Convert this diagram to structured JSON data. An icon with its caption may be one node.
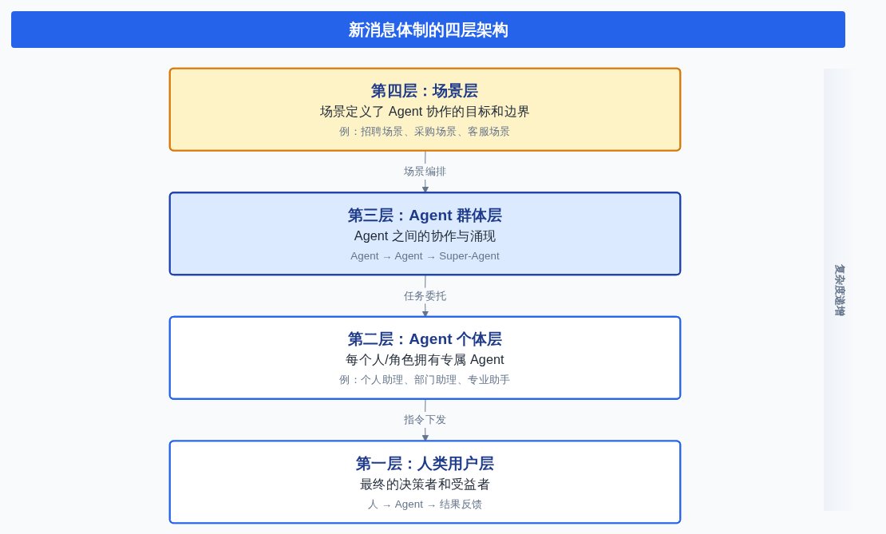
{
  "diagram": {
    "title": "新消息体制的四层架构",
    "nodes": [
      {
        "text": [
          "第四层：场景层",
          "场景定义了 Agent 协作的目标和边界",
          "例：招聘场景、采购场景、客服场景"
        ]
      },
      {
        "text": [
          "第三层：Agent 群体层",
          "Agent 之间的协作与涌现",
          "Agent → Agent → Super-Agent"
        ]
      },
      {
        "text": [
          "第二层：Agent 个体层",
          "每个人/角色拥有专属 Agent",
          "例：个人助理、部门助理、专业助手"
        ]
      },
      {
        "text": [
          "第一层：人类用户层",
          "最终的决策者和受益者",
          "人 → Agent → 结果反馈"
        ]
      }
    ],
    "edges": [
      {
        "from": 0,
        "to": 1,
        "arrow": "to",
        "label": "场景编排"
      },
      {
        "from": 1,
        "to": 2,
        "arrow": "to",
        "label": "任务委托"
      },
      {
        "from": 2,
        "to": 3,
        "arrow": "to",
        "label": "指令下发"
      }
    ],
    "labels": [
      "复杂度递增"
    ]
  }
}
